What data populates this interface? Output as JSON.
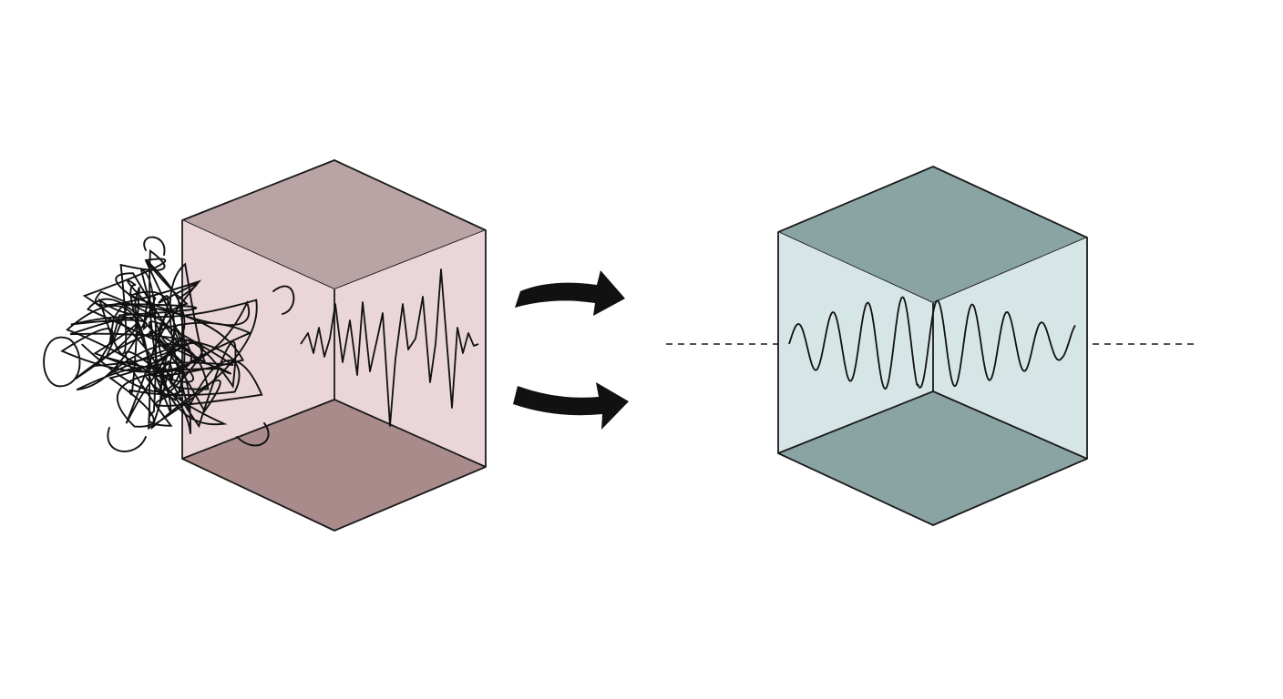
{
  "diagram": {
    "description_visible_text": [],
    "input_cube": {
      "state": "noisy",
      "colors": {
        "top_face": "#b9a3a4",
        "back_wall": "#ead6d8",
        "floor": "#a98b8c",
        "edge": "#1a1a1a"
      }
    },
    "output_cube": {
      "state": "clean",
      "colors": {
        "top_face": "#8aa3a3",
        "back_wall": "#d6e6e6",
        "floor": "#8aa3a3",
        "edge": "#1a1a1a"
      }
    },
    "arrows": {
      "count": 2,
      "color": "#111111",
      "icon": "curved-arrow-icon"
    },
    "baseline": {
      "style": "dashed",
      "color": "#1a1a1a"
    },
    "scribble": {
      "icon": "tangled-noise-icon",
      "color": "#111111"
    }
  }
}
